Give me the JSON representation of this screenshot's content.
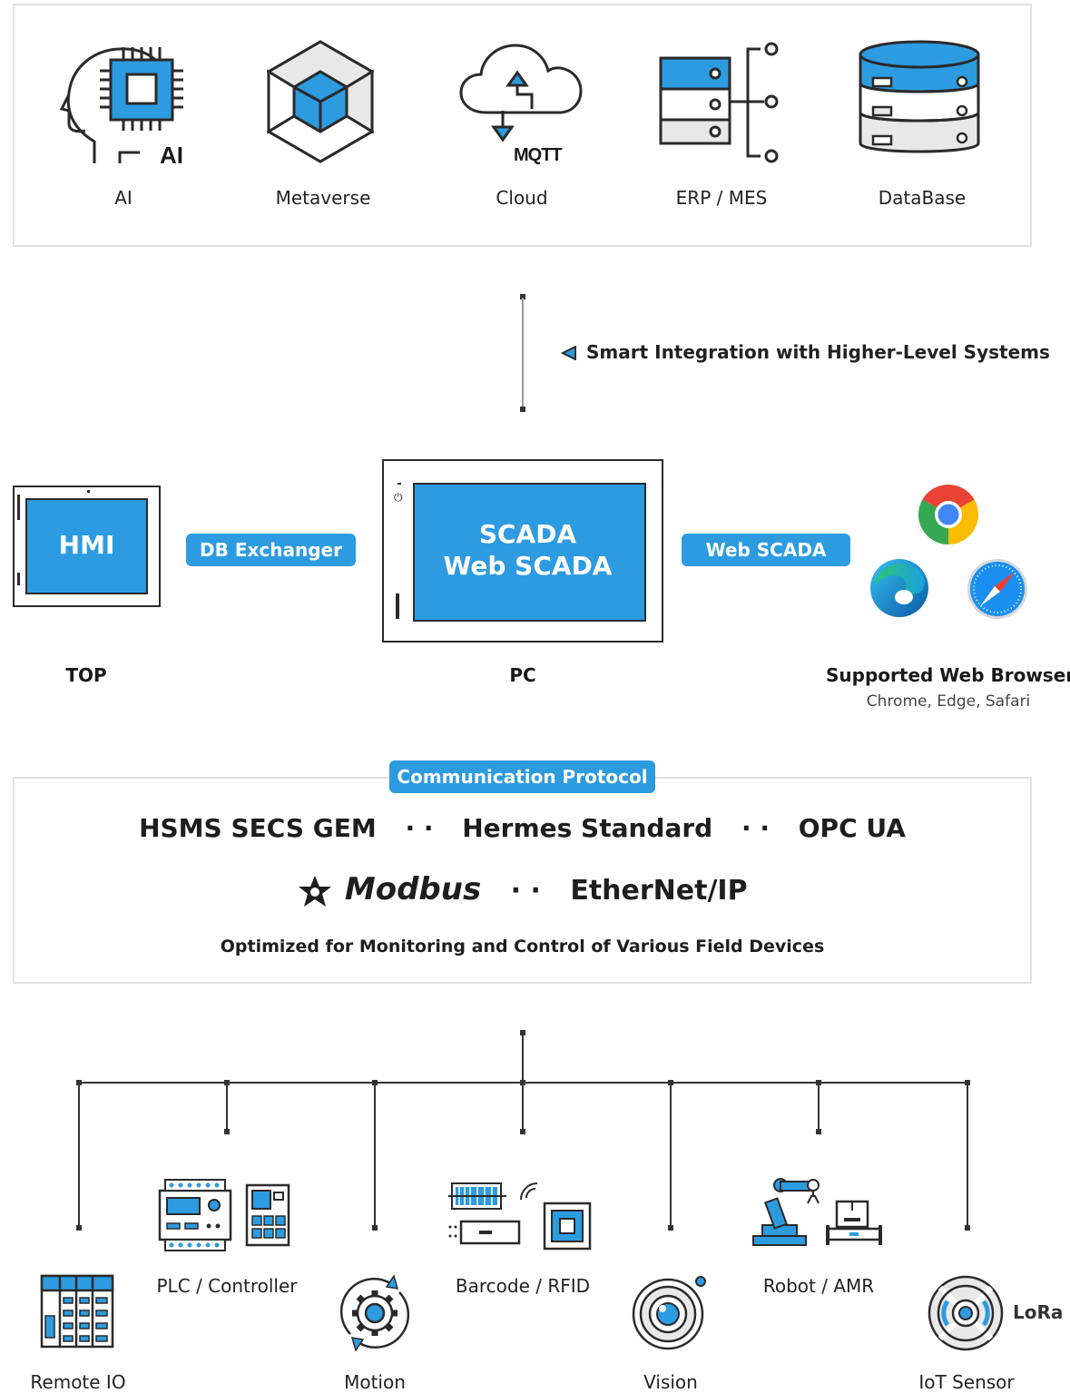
{
  "colors": {
    "accent": "#2d9be0",
    "outline": "#2a2a2a",
    "light": "#e8e8e8",
    "border": "#e2e2e2"
  },
  "higher_systems": [
    {
      "label": "AI",
      "icon": "ai-head-chip-icon",
      "badge": "AI"
    },
    {
      "label": "Metaverse",
      "icon": "metaverse-cube-icon"
    },
    {
      "label": "Cloud",
      "icon": "cloud-mqtt-icon",
      "badge": "MQTT"
    },
    {
      "label": "ERP / MES",
      "icon": "server-network-icon"
    },
    {
      "label": "DataBase",
      "icon": "database-icon"
    }
  ],
  "integration_label": "Smart Integration with Higher-Level Systems",
  "devices": {
    "hmi": {
      "screen_text": "HMI",
      "label": "TOP"
    },
    "pc": {
      "screen_line1": "SCADA",
      "screen_line2": "Web SCADA",
      "label": "PC"
    },
    "db_exchanger": "DB Exchanger",
    "web_scada": "Web SCADA",
    "browsers": {
      "title": "Supported Web Browsers",
      "subtitle": "Chrome, Edge, Safari",
      "icons": [
        "chrome-icon",
        "edge-icon",
        "safari-icon"
      ]
    }
  },
  "protocol": {
    "badge": "Communication Protocol",
    "line1": [
      "HSMS SECS GEM",
      "Hermes Standard",
      "OPC UA"
    ],
    "line2": [
      "Modbus",
      "EtherNet/IP"
    ],
    "separator": "·  ·",
    "footer": "Optimized for Monitoring and Control of Various Field Devices"
  },
  "field_devices": [
    {
      "label": "Remote IO",
      "icon": "remote-io-icon"
    },
    {
      "label": "PLC / Controller",
      "icon": "plc-controller-icon"
    },
    {
      "label": "Motion",
      "icon": "motion-gear-icon"
    },
    {
      "label": "Barcode / RFID",
      "icon": "barcode-rfid-icon"
    },
    {
      "label": "Vision",
      "icon": "vision-camera-icon"
    },
    {
      "label": "Robot / AMR",
      "icon": "robot-amr-icon"
    },
    {
      "label": "IoT Sensor",
      "icon": "iot-sensor-icon",
      "badge": "LoRa"
    }
  ]
}
